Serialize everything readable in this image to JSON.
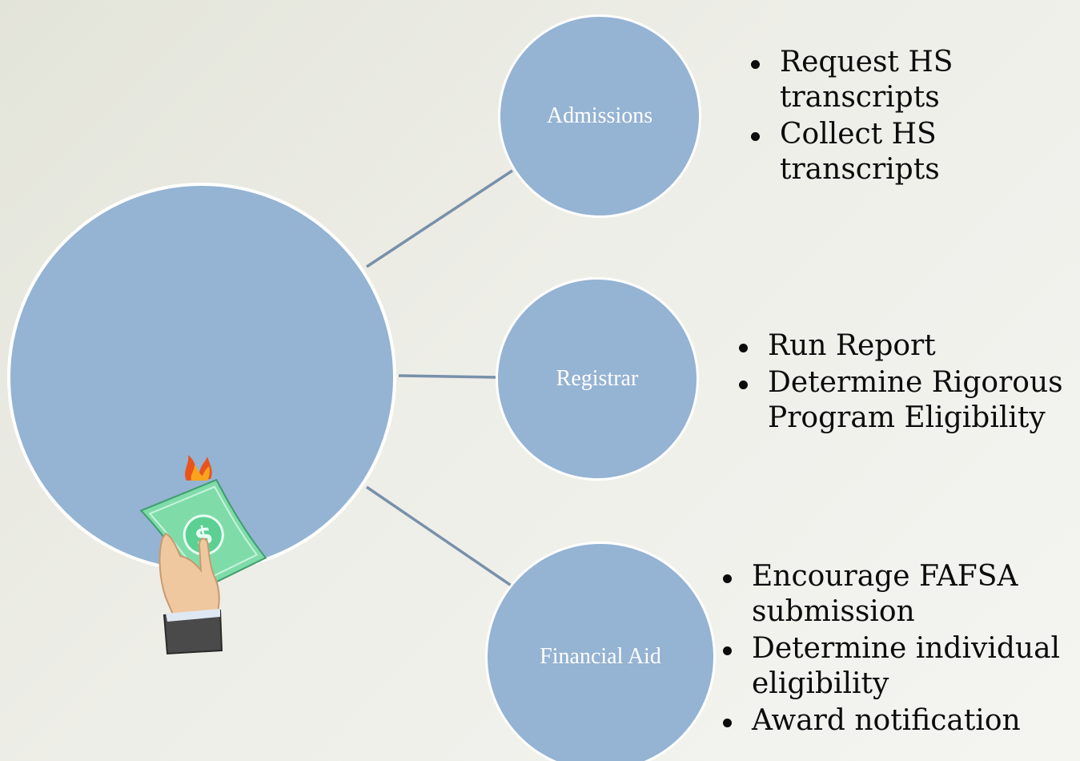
{
  "hub": {
    "icon": "hand-holding-burning-money-icon"
  },
  "nodes": [
    {
      "label": "Admissions",
      "bullets": [
        "Request HS transcripts",
        "Collect HS transcripts"
      ]
    },
    {
      "label": "Registrar",
      "bullets": [
        "Run Report",
        "Determine Rigorous Program Eligibility"
      ]
    },
    {
      "label": "Financial Aid",
      "bullets": [
        "Encourage FAFSA submission",
        "Determine individual eligibility",
        "Award notification"
      ]
    }
  ],
  "colors": {
    "circle_fill": "#95b3d3",
    "circle_stroke": "#ffffff",
    "connector": "#7890aa",
    "bullet_text": "#0c0c0c"
  }
}
